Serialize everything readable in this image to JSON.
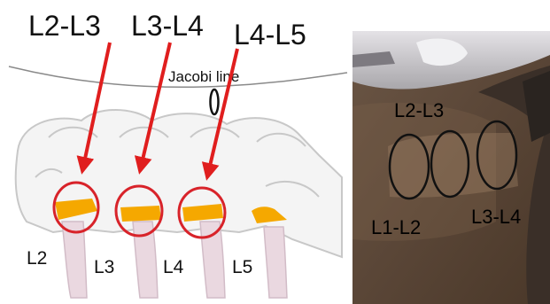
{
  "left_panel": {
    "segment_labels": [
      "L2-L3",
      "L3-L4",
      "L4-L5"
    ],
    "jacoby_line_label": "Jacobi line",
    "vertebra_labels": [
      "L2",
      "L3",
      "L4",
      "L5"
    ]
  },
  "right_panel": {
    "labels": {
      "top": "L2-L3",
      "bottom_left": "L1-L2",
      "bottom_right": "L3-L4"
    }
  },
  "colors": {
    "pointer_arrow": "#e01e1e",
    "target_circle": "#d8232a",
    "disc_space": "#f5a800",
    "spinous_process": "#ead8e0",
    "bone_outline": "#c8c8c8",
    "skin": "#5a4637",
    "skin_marking": "#111111"
  }
}
